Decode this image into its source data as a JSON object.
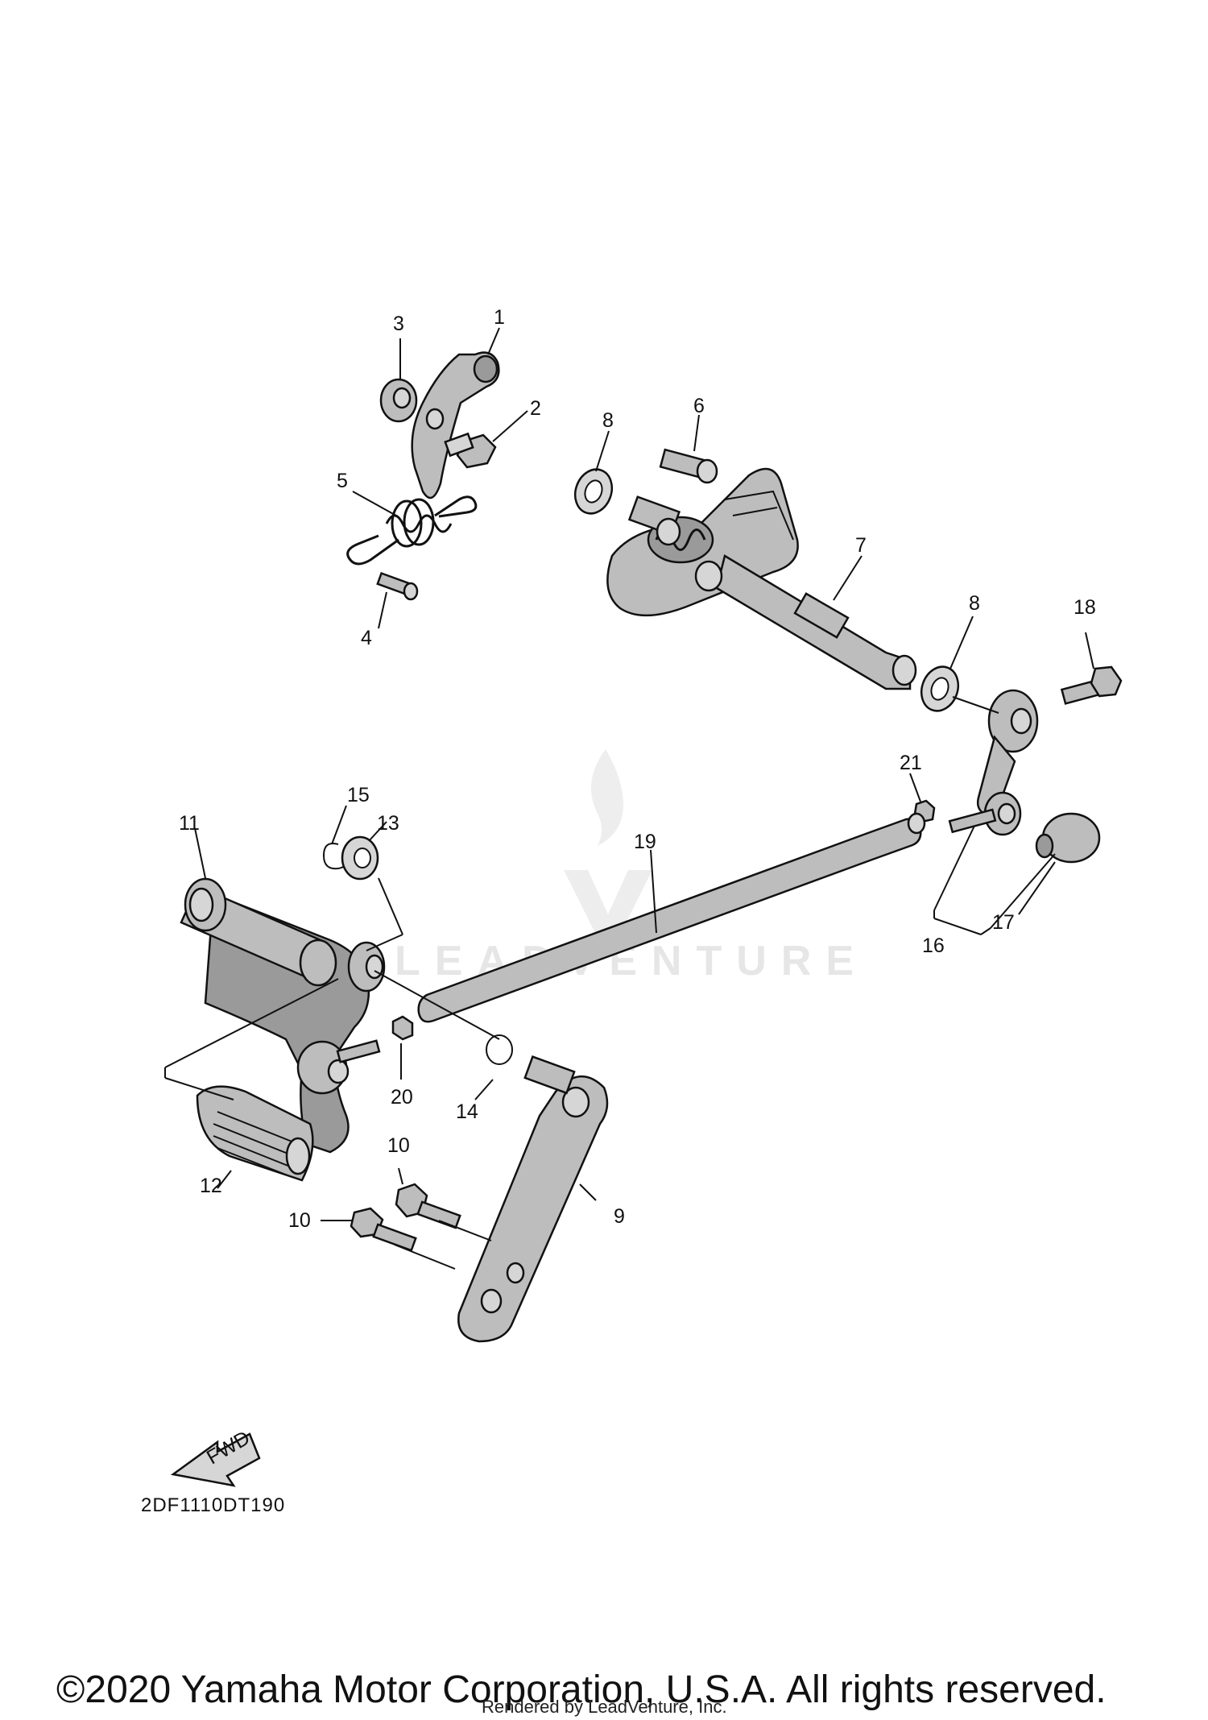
{
  "callouts": [
    {
      "id": "c1",
      "label": "1"
    },
    {
      "id": "c2",
      "label": "2"
    },
    {
      "id": "c3",
      "label": "3"
    },
    {
      "id": "c4",
      "label": "4"
    },
    {
      "id": "c5",
      "label": "5"
    },
    {
      "id": "c6",
      "label": "6"
    },
    {
      "id": "c7",
      "label": "7"
    },
    {
      "id": "c8a",
      "label": "8"
    },
    {
      "id": "c8b",
      "label": "8"
    },
    {
      "id": "c9",
      "label": "9"
    },
    {
      "id": "c10a",
      "label": "10"
    },
    {
      "id": "c10b",
      "label": "10"
    },
    {
      "id": "c11",
      "label": "11"
    },
    {
      "id": "c12",
      "label": "12"
    },
    {
      "id": "c13",
      "label": "13"
    },
    {
      "id": "c14",
      "label": "14"
    },
    {
      "id": "c15",
      "label": "15"
    },
    {
      "id": "c16",
      "label": "16"
    },
    {
      "id": "c17",
      "label": "17"
    },
    {
      "id": "c18",
      "label": "18"
    },
    {
      "id": "c19",
      "label": "19"
    },
    {
      "id": "c20",
      "label": "20"
    },
    {
      "id": "c21",
      "label": "21"
    }
  ],
  "fwd_arrow_label": "FWD",
  "diagram_code": "2DF1110DT190",
  "watermark_text": "LEADVENTURE",
  "copyright": "©2020 Yamaha Motor Corporation, U.S.A. All rights reserved.",
  "rendered_by": "Rendered by LeadVenture, Inc."
}
